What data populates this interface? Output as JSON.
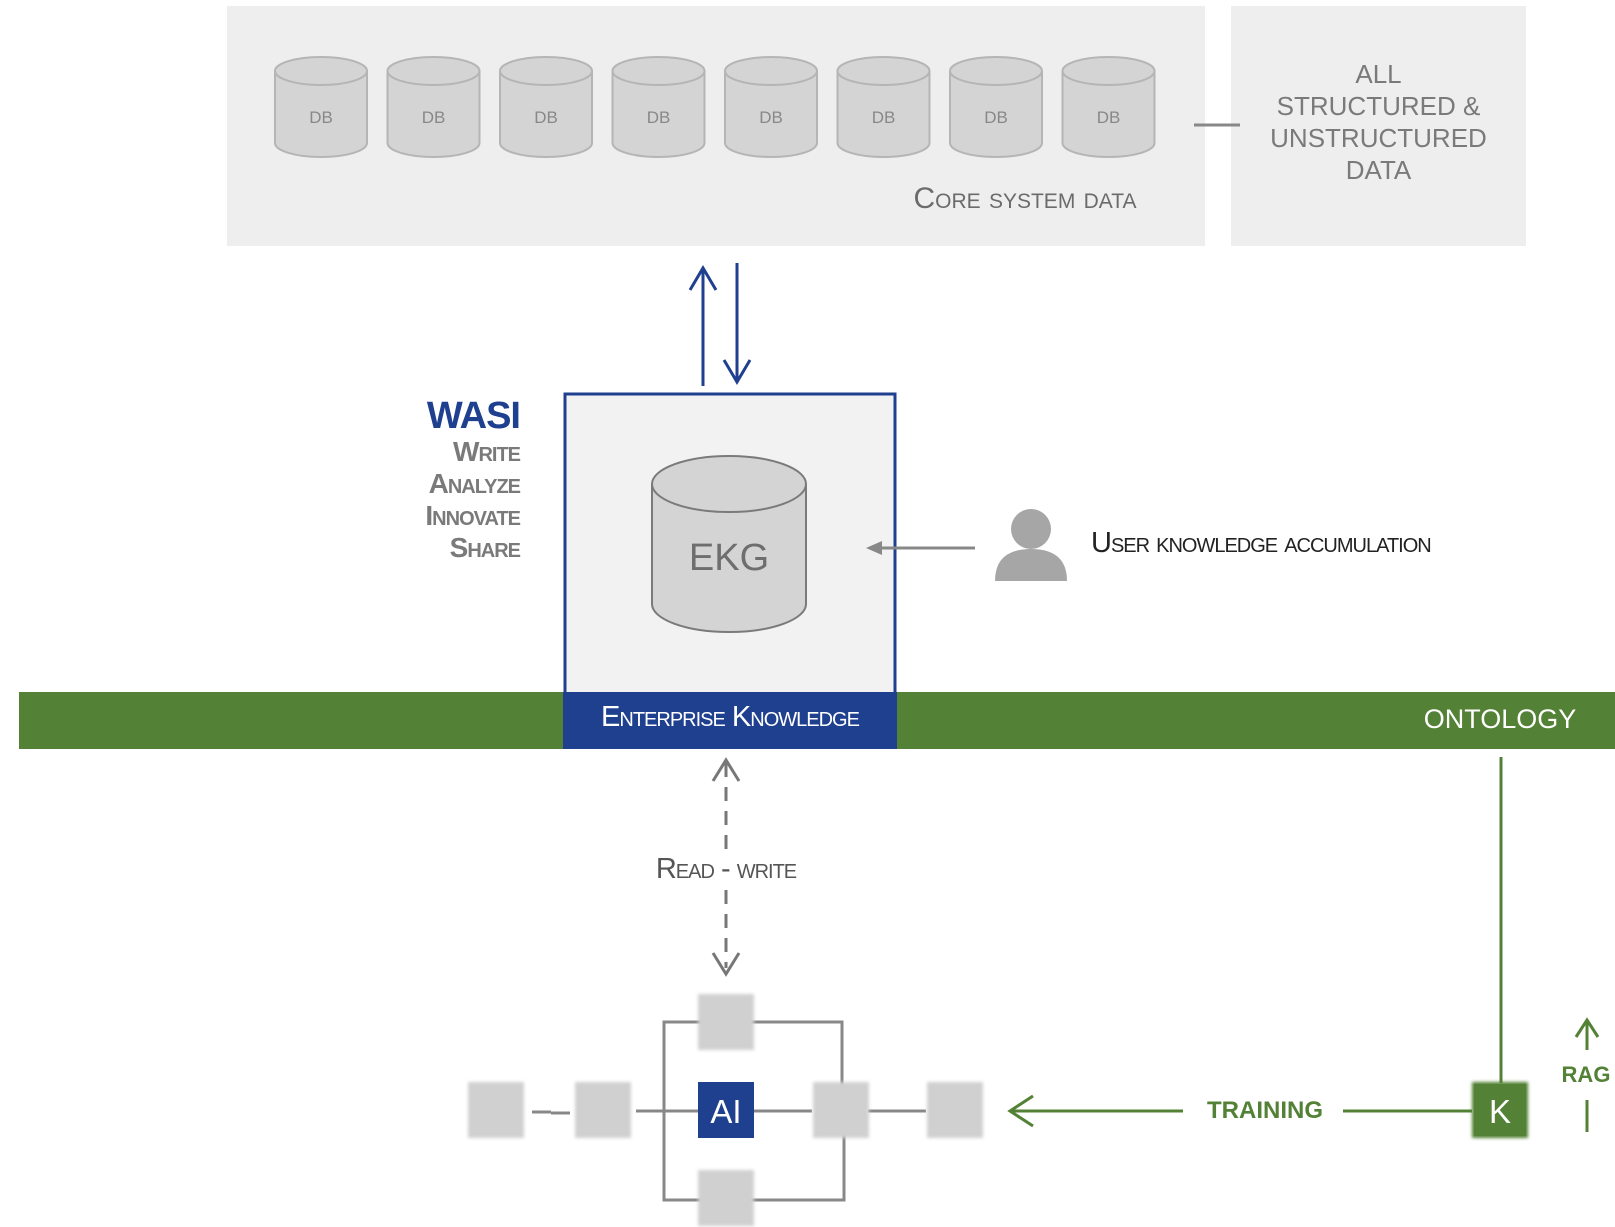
{
  "core": {
    "db_labels": [
      "DB",
      "DB",
      "DB",
      "DB",
      "DB",
      "DB",
      "DB",
      "DB"
    ],
    "caption": "Core system data"
  },
  "data_box": {
    "lines": [
      "ALL",
      "STRUCTURED &",
      "UNSTRUCTURED",
      "DATA"
    ]
  },
  "wasi": {
    "title": "WASI",
    "items": [
      "Write",
      "Analyze",
      "Innovate",
      "Share"
    ]
  },
  "ekg": {
    "label": "EKG",
    "band_label": "Enterprise Knowledge"
  },
  "user": {
    "label": "User knowledge accumulation"
  },
  "ontology": {
    "label": "ONTOLOGY"
  },
  "read_write": {
    "label": "Read - write"
  },
  "ai": {
    "label": "AI"
  },
  "training": {
    "label": "TRAINING"
  },
  "k_node": {
    "label": "K"
  },
  "rag": {
    "label": "RAG"
  },
  "colors": {
    "navy": "#1f3f8f",
    "green": "#538135",
    "panel": "#eeeeee",
    "db_fill": "#d4d4d4",
    "gray_text": "#777777"
  }
}
